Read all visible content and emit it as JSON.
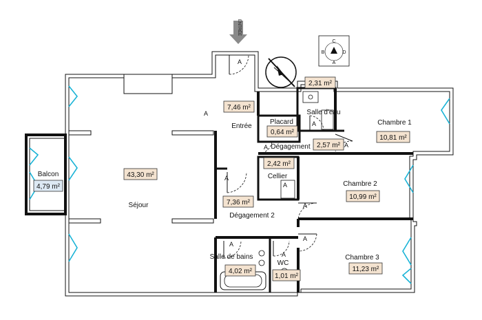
{
  "rooms": {
    "sejour": {
      "name": "Séjour",
      "area": "43,30 m²"
    },
    "balcon": {
      "name": "Balcon",
      "area": "4,79 m²"
    },
    "entree": {
      "name": "Entrée",
      "area": "7,46 m²"
    },
    "placard": {
      "name": "Placard",
      "area": "0,64 m²"
    },
    "salle_eau": {
      "name": "Salle d'eau",
      "area": "2,31 m²"
    },
    "degagement": {
      "name": "Dégagement",
      "area": "2,57 m²"
    },
    "cellier": {
      "name": "Cellier",
      "area": "2,42 m²"
    },
    "degagement2": {
      "name": "Dégagement 2",
      "area": "7,36 m²"
    },
    "salle_bains": {
      "name": "Salle de bains",
      "area": "4,02 m²"
    },
    "wc": {
      "name": "WC",
      "area": "1,01 m²"
    },
    "chambre1": {
      "name": "Chambre 1",
      "area": "10,81 m²"
    },
    "chambre2": {
      "name": "Chambre 2",
      "area": "10,99 m²"
    },
    "chambre3": {
      "name": "Chambre 3",
      "area": "11,23 m²"
    }
  },
  "entry_label": "ENTRÉE",
  "door_marker": "A",
  "compass_letters": {
    "top": "C",
    "left": "B",
    "right": "D",
    "bottom": "A"
  },
  "colors": {
    "area_fill": "#f4e3d0",
    "balcony_fill": "#dde9f4",
    "window": "#19b3d6"
  }
}
